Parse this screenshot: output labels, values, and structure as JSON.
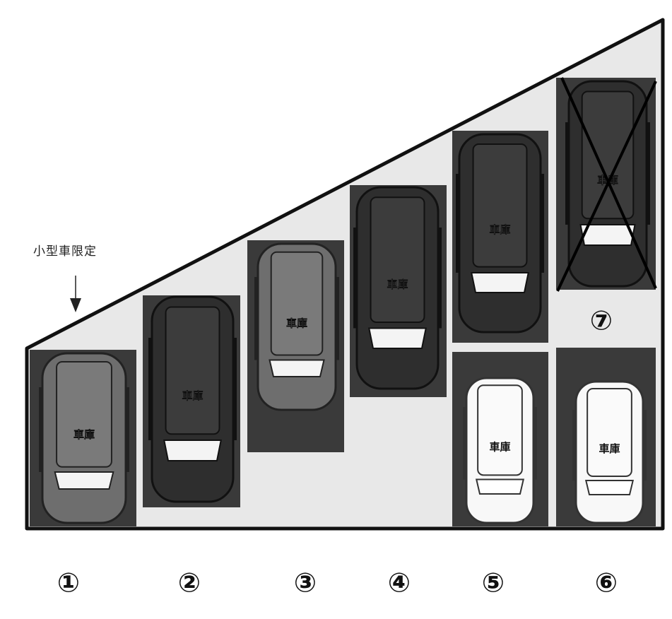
{
  "note": "小型車限定",
  "garage_label": "車庫",
  "spots": [
    {
      "number": "①",
      "car_tone": "gray"
    },
    {
      "number": "②",
      "car_tone": "dark"
    },
    {
      "number": "③",
      "car_tone": "gray"
    },
    {
      "number": "④",
      "car_tone": "dark"
    },
    {
      "number": "⑤",
      "car_tone": "white"
    },
    {
      "number": "⑥",
      "car_tone": "white"
    },
    {
      "number": "⑦",
      "car_tone": "dark",
      "unavailable": true
    }
  ],
  "extra_car": {
    "car_tone": "dark"
  },
  "colors": {
    "stall": "#3a3a3a",
    "lot": "#e6e6e6",
    "line": "#111111"
  }
}
